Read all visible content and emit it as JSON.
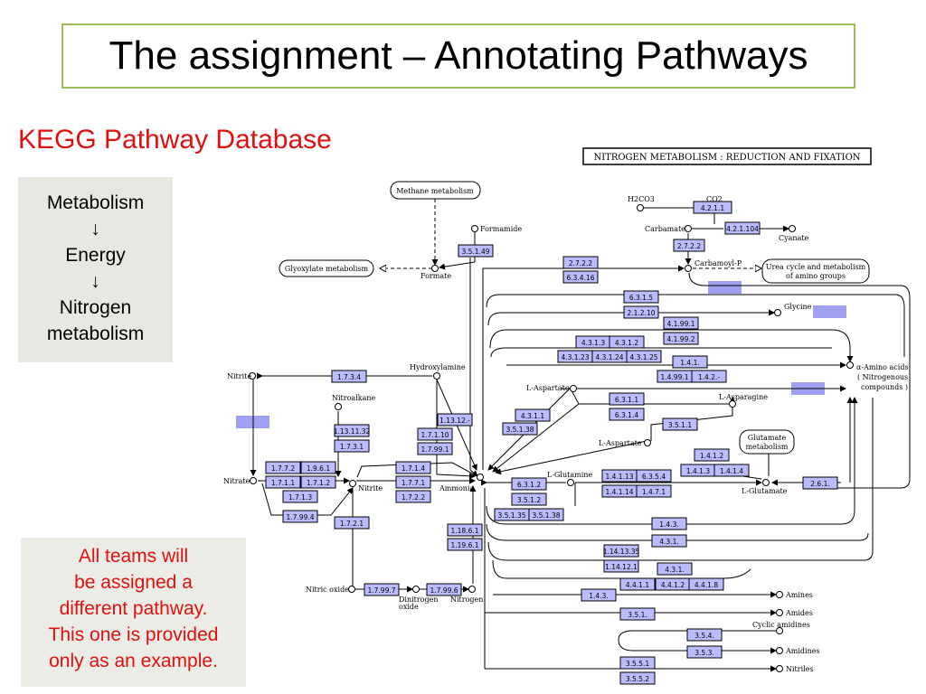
{
  "slide": {
    "title": "The assignment – Annotating Pathways",
    "subtitle": "KEGG Pathway Database",
    "flow": [
      "Metabolism",
      "↓",
      "Energy",
      "↓",
      "Nitrogen",
      "metabolism"
    ],
    "note": [
      "All teams will",
      "be assigned a",
      "different pathway.",
      "This one is provided",
      "only as an example."
    ]
  },
  "colors": {
    "title_border": "#9bbb59",
    "subtitle": "#e01010",
    "enzyme_fill": "#bbbbff",
    "highlight": "#a0a0f0"
  },
  "pathway": {
    "header": "NITROGEN METABOLISM : REDUCTION AND FIXATION",
    "maps": {
      "methane": "Methane metabolism",
      "glyoxylate": "Glyoxylate metabolism",
      "urea": [
        "Urea cycle and metabolism",
        "of amino groups"
      ],
      "glutamate": [
        "Glutamate",
        "metabolism"
      ]
    },
    "compounds": {
      "formamide": "Formamide",
      "formate": "Formate",
      "h2co3": "H2CO3",
      "co2": "CO2",
      "carbamate": "Carbamate",
      "cyanate": "Cyanate",
      "carbamoyl_p": "Carbamoyl-P",
      "glycine": "Glycine",
      "amino_acids": [
        "α-Amino acids",
        "( Nitrogenous",
        "compounds )"
      ],
      "nitrite_top": "Nitrite",
      "hydroxylamine": "Hydroxylamine",
      "nitroalkane": "Nitroalkane",
      "l_aspartate": "L-Aspartate",
      "l_asparagine": "L-Asparagine",
      "l_aspartate2": "L-Aspartate",
      "nitrate": "Nitrate",
      "nitrite": "Nitrite",
      "ammonia": "Ammonia",
      "l_glutamine": "L-Glutamine",
      "l_glutamate": "L-Glutamate",
      "nitric_oxide": "Nitric oxide",
      "dinitrogen_oxide": [
        "Dinitrogen",
        "oxide"
      ],
      "nitrogen": "Nitrogen",
      "amines": "Amines",
      "amides": "Amides",
      "cyclic_amidines": "Cyclic amidines",
      "amidines": "Amidines",
      "nitriles": "Nitriles"
    },
    "enzymes": [
      "4.2.1.1",
      "4.2.1.104",
      "2.7.2.2",
      "3.5.1.49",
      "2.7.2.2",
      "6.3.4.16",
      "6.3.1.5",
      "2.1.2.10",
      "4.1.99.1",
      "4.1.99.2",
      "4.3.1.3",
      "4.3.1.2",
      "4.3.1.23",
      "4.3.1.24",
      "4.3.1.25",
      "1.4.1.",
      "1.4.99.1",
      "1.4.2.-",
      "1.7.3.4",
      "1.13.12.-",
      "1.13.11.32",
      "1.7.3.1",
      "1.7.1.10",
      "1.7.99.1",
      "6.3.1.1",
      "6.3.1.4",
      "4.3.1.1",
      "3.5.1.38",
      "3.5.1.1",
      "1.4.1.2",
      "1.4.1.3",
      "1.4.1.4",
      "1.7.7.2",
      "1.9.6.1",
      "1.7.1.1",
      "1.7.1.2",
      "1.7.1.3",
      "1.7.1.4",
      "1.7.7.1",
      "1.7.2.2",
      "6.3.1.2",
      "1.4.1.13",
      "6.3.5.4",
      "1.4.1.14",
      "1.4.7.1",
      "2.6.1.",
      "3.5.1.2",
      "3.5.1.35",
      "3.5.1.38",
      "1.7.99.4",
      "1.7.2.1",
      "1.4.3.",
      "1.18.6.1",
      "1.19.6.1",
      "4.3.1.",
      "1.14.13.35",
      "1.14.12.1",
      "4.3.1.",
      "4.4.1.1",
      "4.4.1.2",
      "4.4.1.8",
      "1.4.3.",
      "1.7.99.7",
      "1.7.99.6",
      "3.5.1.",
      "3.5.4.",
      "3.5.3.",
      "3.5.5.1",
      "3.5.5.2"
    ]
  }
}
